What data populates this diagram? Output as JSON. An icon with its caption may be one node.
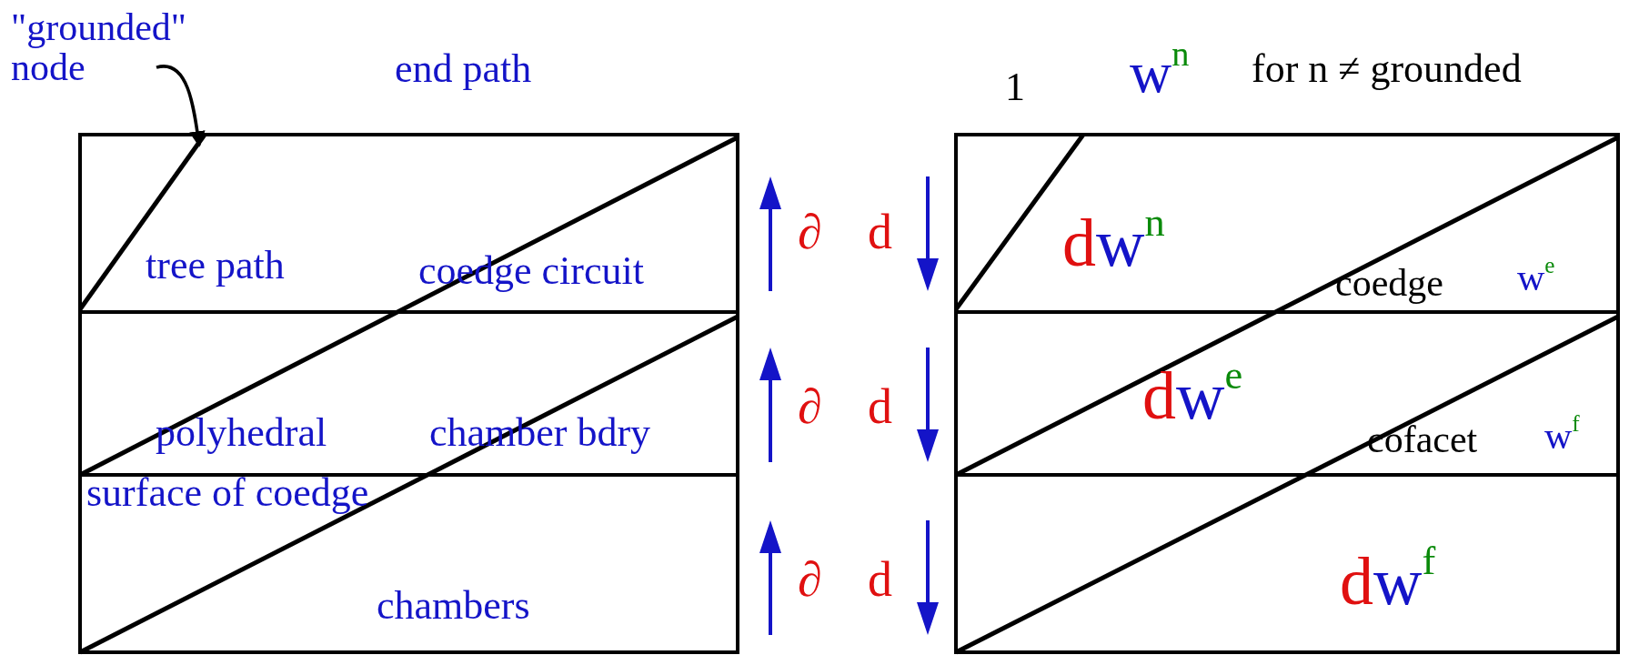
{
  "diagram": {
    "nodes": [
      {
        "text": [
          "\"grounded\" node"
        ]
      },
      {
        "text": [],
        "shape": "line"
      }
    ],
    "edges": [
      {
        "from": 0,
        "to": 1,
        "arrow": "to"
      }
    ],
    "labels": [
      "end path",
      "1",
      "w$^{n}$",
      "for n ≠ grounded",
      "∂",
      "d",
      "tree path",
      "coedge circuit",
      "dw$^{n}$",
      "coedge",
      "w$^{e}$",
      "∂",
      "d",
      "polyhedral",
      "chamber bdry",
      "dw$^{e}$",
      "cofacet",
      "w$^{f}$",
      "surface of coedge",
      "∂",
      "d",
      "chambers",
      "dw$^{f}$"
    ]
  }
}
